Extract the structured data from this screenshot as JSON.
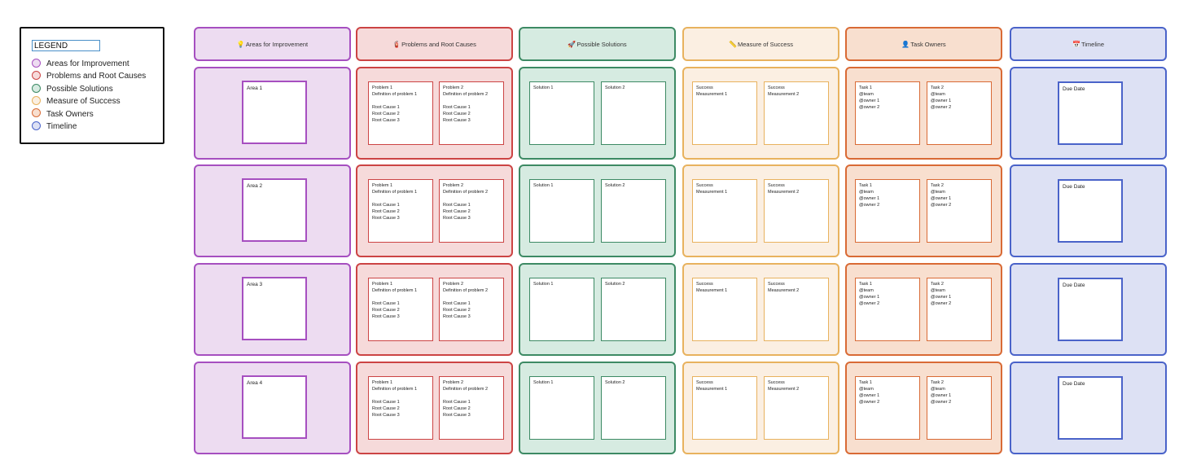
{
  "legend": {
    "title": "LEGEND",
    "items": [
      {
        "label": "Areas for Improvement",
        "color": "#a64fc0",
        "fill": "#eddcf1"
      },
      {
        "label": "Problems and Root Causes",
        "color": "#cc4444",
        "fill": "#f6dada"
      },
      {
        "label": "Possible Solutions",
        "color": "#3d8a64",
        "fill": "#d6ebe1"
      },
      {
        "label": "Measure of Success",
        "color": "#e8b25e",
        "fill": "#fbefe2"
      },
      {
        "label": "Task Owners",
        "color": "#d96a35",
        "fill": "#f8dfcf"
      },
      {
        "label": "Timeline",
        "color": "#4a63c9",
        "fill": "#dde1f4"
      }
    ]
  },
  "columns": [
    {
      "key": "areas",
      "icon": "💡",
      "icon_name": "lightbulb-icon",
      "title": "Areas for Improvement"
    },
    {
      "key": "problems",
      "icon": "🧯",
      "icon_name": "fire-extinguisher-icon",
      "title": "Problems and Root Causes"
    },
    {
      "key": "solutions",
      "icon": "🚀",
      "icon_name": "rocket-icon",
      "title": "Possible Solutions"
    },
    {
      "key": "measure",
      "icon": "📏",
      "icon_name": "ruler-icon",
      "title": "Measure of Success"
    },
    {
      "key": "owners",
      "icon": "👤",
      "icon_name": "person-icon",
      "title": "Task Owners"
    },
    {
      "key": "timeline",
      "icon": "📅",
      "icon_name": "calendar-icon",
      "title": "Timeline"
    }
  ],
  "rows": [
    {
      "area": "Area 1",
      "problems": [
        "Problem 1\nDefinition of problem 1\n\nRoot Cause 1\nRoot Cause 2\nRoot Cause 3",
        "Problem 2\nDefinition of problem 2\n\nRoot Cause 1\nRoot Cause 2\nRoot Cause 3"
      ],
      "solutions": [
        "Solution 1",
        "Solution 2"
      ],
      "measures": [
        "Success\nMeasurement 1",
        "Success\nMeasurement 2"
      ],
      "tasks": [
        "Task 1\n @team\n @owner 1\n @owner 2",
        "Task 2\n @team\n @owner 1\n @owner 2"
      ],
      "due": "Due Date"
    },
    {
      "area": "Area 2",
      "problems": [
        "Problem 1\nDefinition of problem 1\n\nRoot Cause 1\nRoot Cause 2\nRoot Cause 3",
        "Problem 2\nDefinition of problem 2\n\nRoot Cause 1\nRoot Cause 2\nRoot Cause 3"
      ],
      "solutions": [
        "Solution 1",
        "Solution 2"
      ],
      "measures": [
        "Success\nMeasurement 1",
        "Success\nMeasurement 2"
      ],
      "tasks": [
        "Task 1\n @team\n @owner 1\n @owner 2",
        "Task 2\n @team\n @owner 1\n @owner 2"
      ],
      "due": "Due Date"
    },
    {
      "area": "Area 3",
      "problems": [
        "Problem 1\nDefinition of problem 1\n\nRoot Cause 1\nRoot Cause 2\nRoot Cause 3",
        "Problem 2\nDefinition of problem 2\n\nRoot Cause 1\nRoot Cause 2\nRoot Cause 3"
      ],
      "solutions": [
        "Solution 1",
        "Solution 2"
      ],
      "measures": [
        "Success\nMeasurement 1",
        "Success\nMeasurement 2"
      ],
      "tasks": [
        "Task 1\n @team\n @owner 1\n @owner 2",
        "Task 2\n @team\n @owner 1\n @owner 2"
      ],
      "due": "Due Date"
    },
    {
      "area": "Area 4",
      "problems": [
        "Problem 1\nDefinition of problem 1\n\nRoot Cause 1\nRoot Cause 2\nRoot Cause 3",
        "Problem 2\nDefinition of problem 2\n\nRoot Cause 1\nRoot Cause 2\nRoot Cause 3"
      ],
      "solutions": [
        "Solution 1",
        "Solution 2"
      ],
      "measures": [
        "Success\nMeasurement 1",
        "Success\nMeasurement 2"
      ],
      "tasks": [
        "Task 1\n @team\n @owner 1\n @owner 2",
        "Task 2\n @team\n @owner 1\n @owner 2"
      ],
      "due": "Due Date"
    }
  ]
}
